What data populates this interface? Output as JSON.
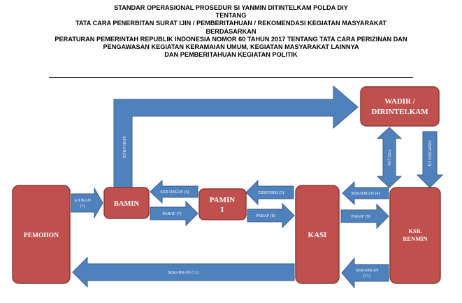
{
  "title": {
    "line1": "STANDAR OPERASIONAL PROSEDUR SI YANMIN DITINTELKAM POLDA DIY",
    "line2": "TENTANG",
    "line3": "TATA CARA PENERBITAN SURAT IJIN / PEMBERITAHUAN / REKOMENDASI KEGIATAN MASYARAKAT",
    "line4": "BERDASARKAN",
    "line5": "PERATURAN PEMERINTAH REPUBLIK INDONESIA NOMOR 60 TAHUN 2017 TENTANG TATA CARA PERIZINAN DAN",
    "line6": "PENGAWASAN KEGIATAN KERAMAIAN UMUM, KEGIATAN MASYARAKAT LAINNYA",
    "line7": "DAN PEMBERITAHUAN KEGIATAN POLITIK"
  },
  "boxes": {
    "pemohon": "PEMOHON",
    "bamin": "BAMIN",
    "pamin_1": "PAMIN",
    "pamin_2": "I",
    "kasi": "KASI",
    "ksb_1": "KSB.",
    "ksb_2": "RENMIN",
    "wadir_1": "WADIR /",
    "wadir_2": "DIRINTELKAM"
  },
  "arrows": {
    "ajukan_1": "AJUKAN",
    "ajukan_2": "(1)",
    "ajukan_up": "AJUKAN (2)",
    "serahkan_6": "SERAHKAN (6)",
    "paraf_7": "PARAF (7)",
    "disposisi_5": "DISPOSISI (5)",
    "paraf_8": "PARAF (8)",
    "serahkan_4": "SERAHKAN (4)",
    "paraf_9": "PARAF (9)",
    "td_10": "TTD (10)",
    "disposisi_3": "DISPOSISI (3)",
    "serahkan_11_1": "SERAHKAN",
    "serahkan_11_2": "(11)",
    "serahkan_11_long": "SERAHKAN (11)"
  },
  "colors": {
    "box_fill": "#c0504d",
    "arrow_fill": "#4f81bd"
  }
}
